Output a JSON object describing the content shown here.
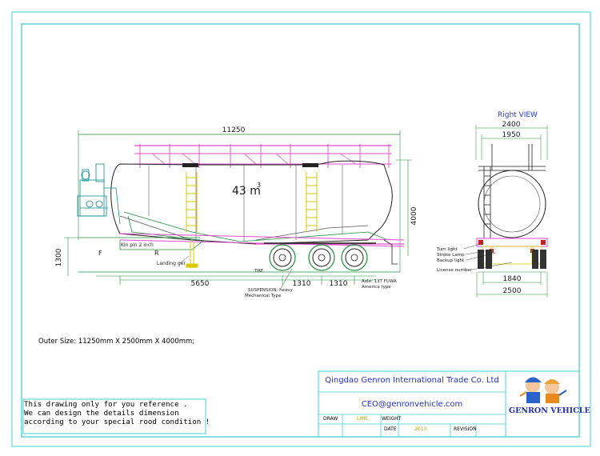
{
  "side_view": {
    "overall_length": "11250",
    "overall_height": "4000",
    "capacity_main": "43 m",
    "capacity_sup": "3",
    "kingpin_label": "Kin pin 2 inch",
    "landing_gear_label": "Landing ger",
    "tire_label": "TIRE",
    "suspension_line1": "SUSPENSION: heavy",
    "suspension_line2": "Mechanical Type",
    "axle_line1": "Axle: 13T FUWA",
    "axle_line2": "America type",
    "fifth_wheel_height": "1300",
    "front_label": "F",
    "rear_label": "R",
    "dim_kingpin_to_axle": "5650",
    "dim_axle_spacing_1": "1310",
    "dim_axle_spacing_2": "1310"
  },
  "right_view": {
    "title": "Right     VIEW",
    "overall_width_top": "2400",
    "inner_width_top": "1950",
    "track_width": "1840",
    "overall_width_bottom": "2500",
    "lights": [
      "Turn light",
      "Stroke Lamp",
      "Backup light",
      "License number"
    ]
  },
  "outer_size": "Outer Size: 11250mm X 2500mm X 4000mm;",
  "note": [
    "This drawing only for you reference .",
    " We can design the details dimension",
    " according to your special rood condition !"
  ],
  "title_block": {
    "company": "Qingdao Genron International Trade Co. Ltd",
    "email": "CEO@genronvehicle.com",
    "draw_label": "DRAW",
    "draw_value": "LIME",
    "weight_label": "WEIGHT",
    "date_label": "DATE",
    "date_value": "2013",
    "revision_label": "REVISION",
    "logo_text": "GENRON VEHICLE"
  },
  "colors": {
    "frame": "#3fd3cf",
    "platform": "#e04cc8",
    "ladder": "#d8c800",
    "dimension": "#1f8f3a",
    "mechanism": "#0c8f8f",
    "title_blue": "#2430c8"
  }
}
